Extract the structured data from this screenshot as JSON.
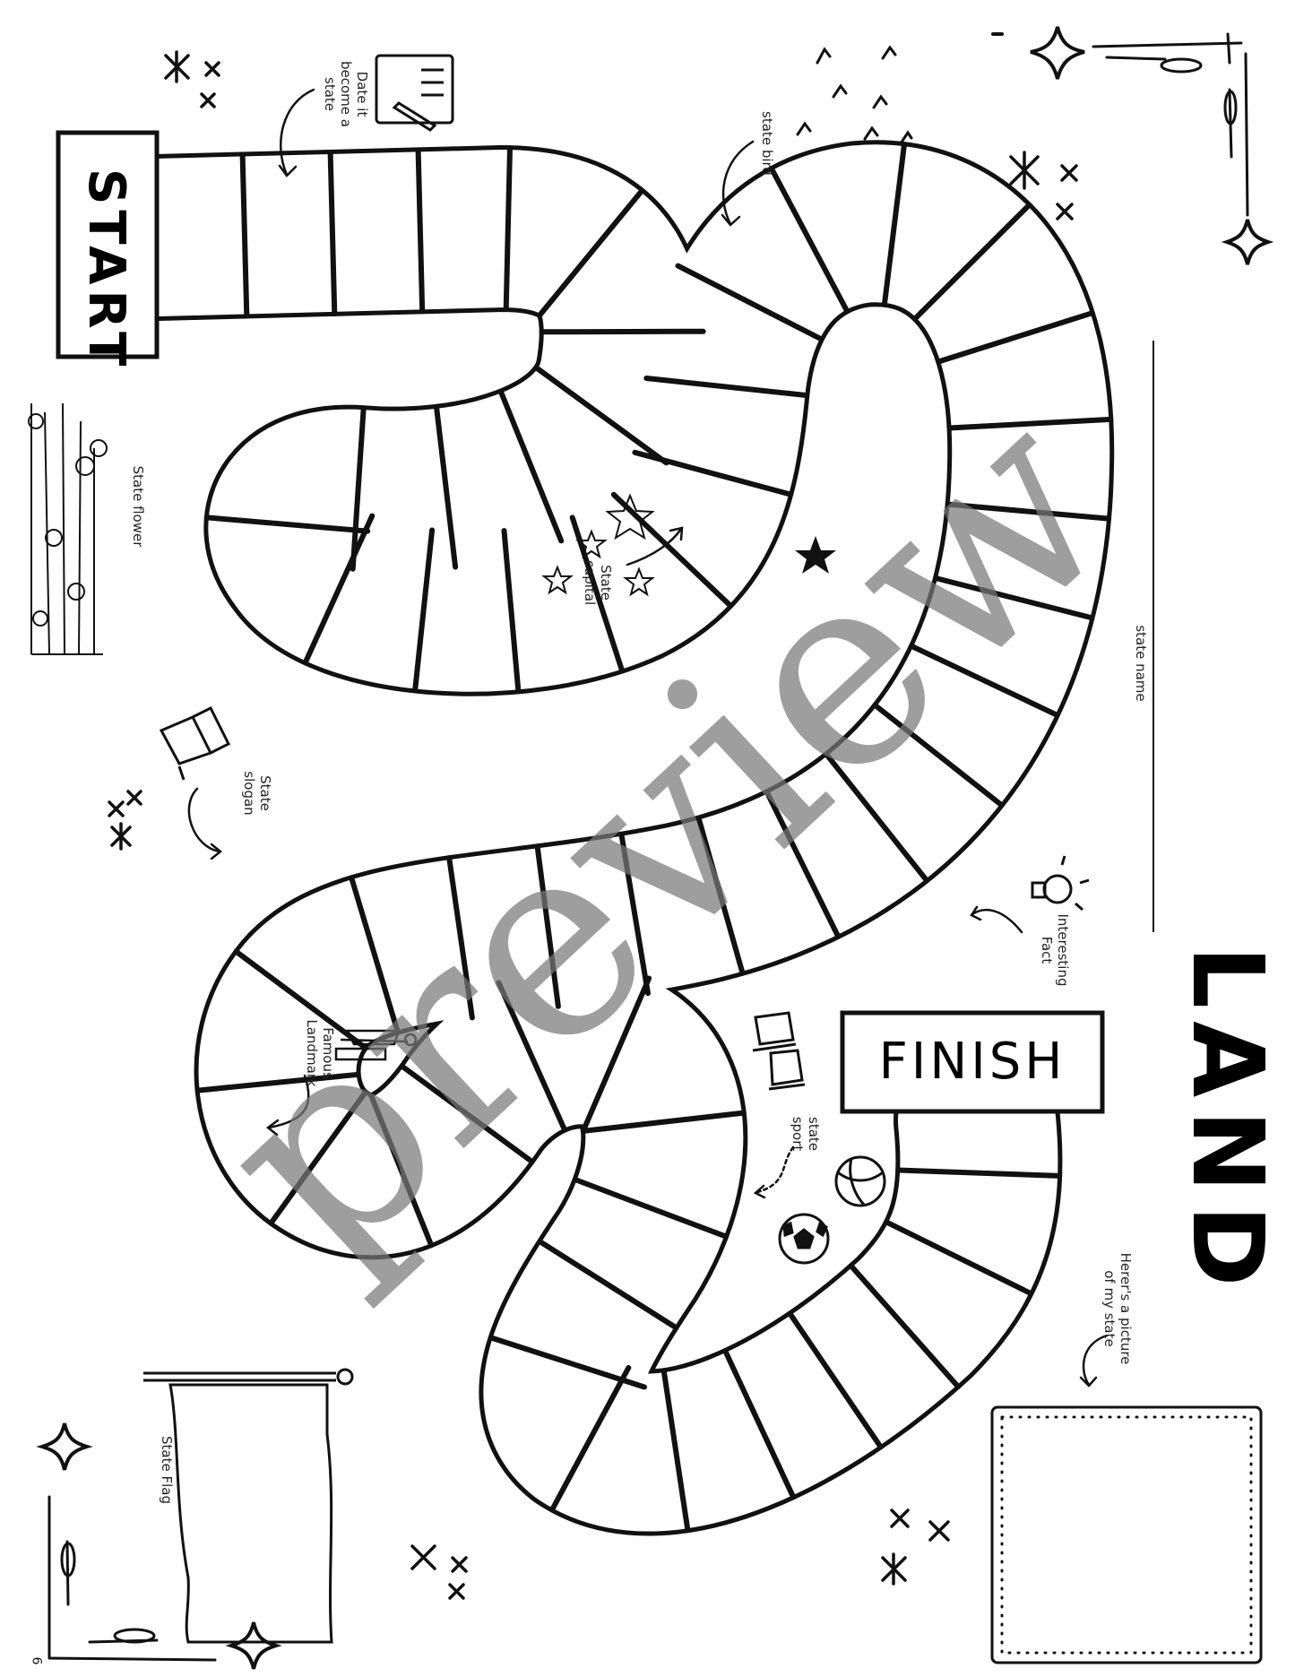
{
  "board": {
    "start_label": "START",
    "finish_label": "FINISH",
    "land_label": "LAND"
  },
  "labels": {
    "date_statehood": "Date it\nbecome a\nstate",
    "state_bird": "state bird",
    "state_flower": "State flower",
    "state_capital": "State\ncapital",
    "state_name": "state name",
    "state_slogan": "State\nslogan",
    "interesting_fact": "Interesting\nFact",
    "famous_landmark": "Famous\nLandmark",
    "state_sport": "state\nsport",
    "state_picture": "Herer's a picture\nof my state",
    "state_flag": "State Flag"
  },
  "watermark": "preview",
  "page_number": "6",
  "icons": [
    "document-pen-icon",
    "bird-icon",
    "flower-icon",
    "star-icon",
    "megaphone-icon",
    "lightbulb-icon",
    "statue-of-liberty-icon",
    "ice-skate-icon",
    "basketball-icon",
    "soccer-ball-icon",
    "sparkle-icon",
    "flag-icon"
  ],
  "colors": {
    "ink": "#111111",
    "watermark": "#888888",
    "paper": "#ffffff"
  }
}
